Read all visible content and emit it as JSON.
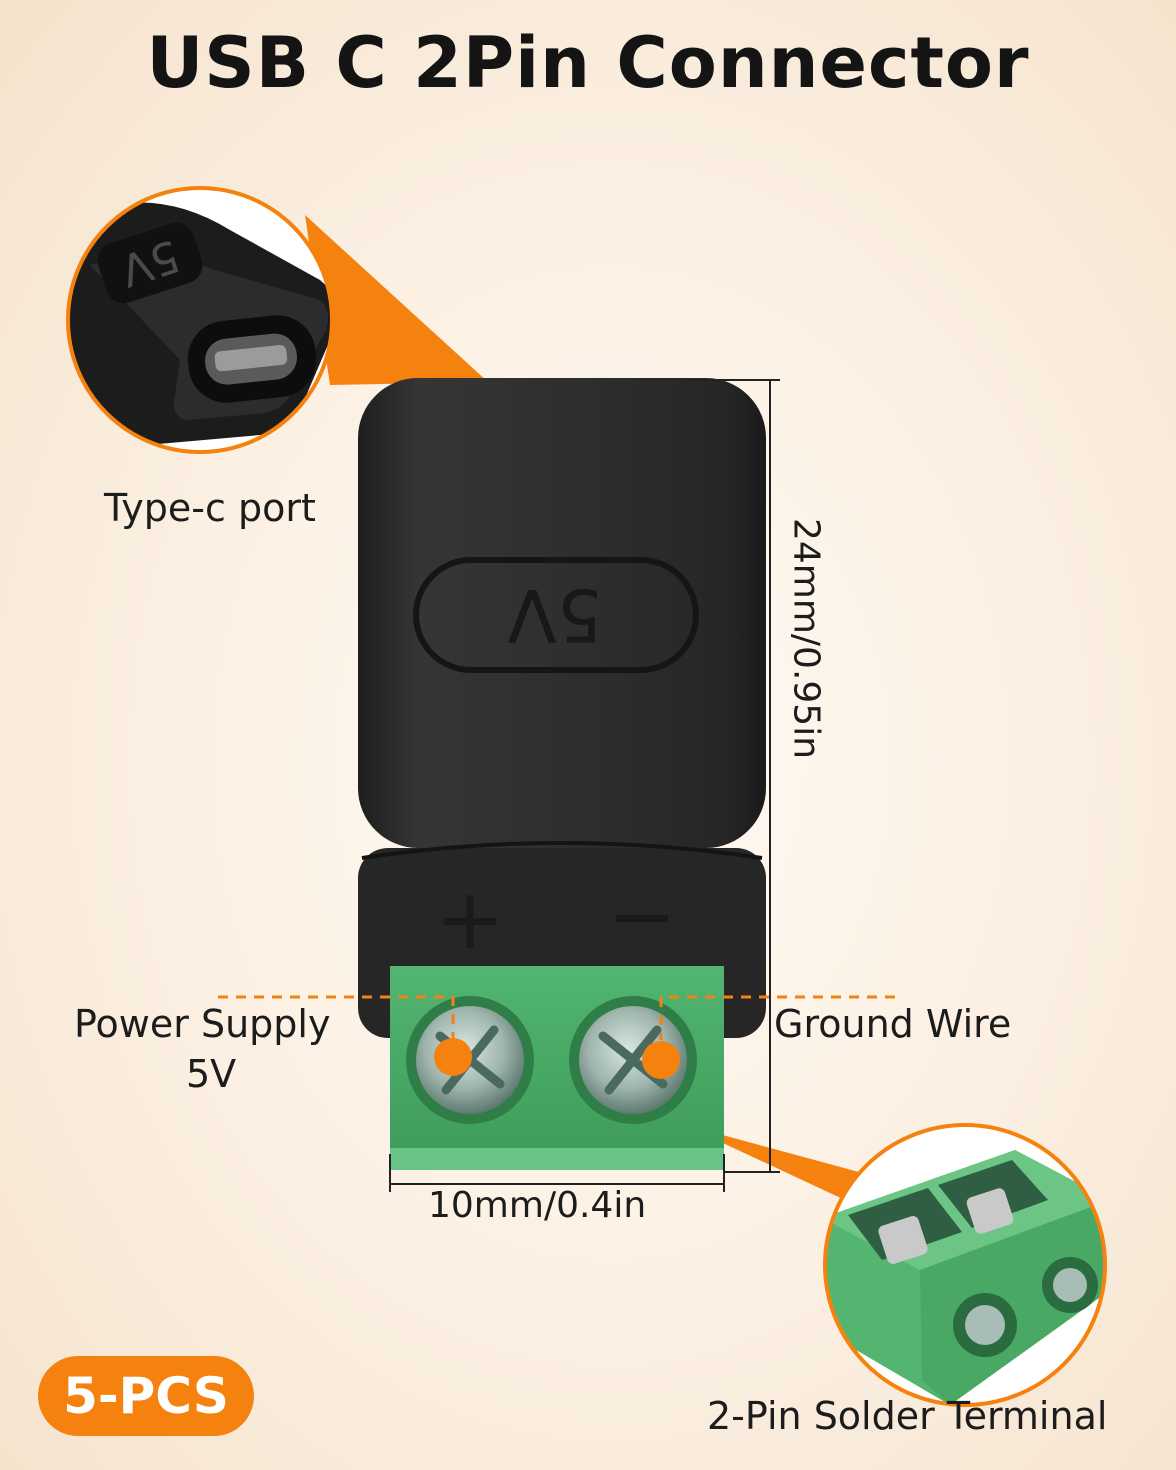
{
  "title": "USB C 2Pin Connector",
  "callouts": {
    "type_c_port": "Type-c port",
    "power_supply_line1": "Power Supply",
    "power_supply_line2": "5V",
    "ground_wire": "Ground Wire",
    "solder_terminal": "2-Pin Solder Terminal"
  },
  "dimensions": {
    "height": "24mm/0.95in",
    "width": "10mm/0.4in"
  },
  "connector": {
    "embossed_mark": "5V",
    "plus_mark": "+",
    "minus_mark": "−"
  },
  "badge": "5-PCS",
  "colors": {
    "accent_orange": "#f5820f",
    "terminal_green": "#4caf68",
    "body_black": "#2b2b2b"
  }
}
